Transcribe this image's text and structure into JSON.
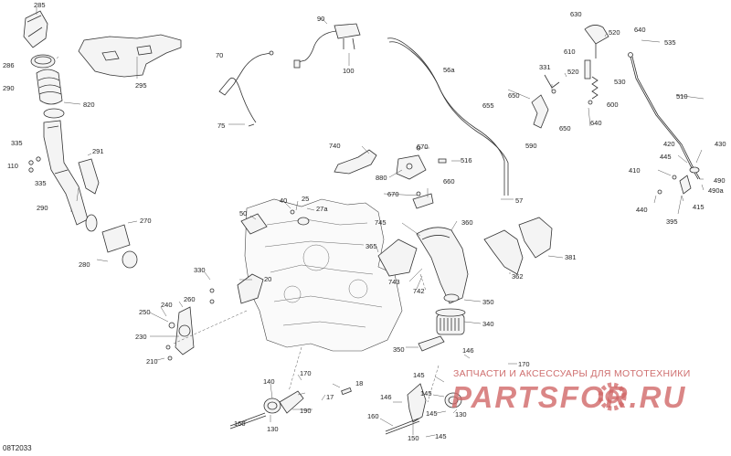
{
  "diagram": {
    "code": "08T2033",
    "callouts": [
      "285",
      "286",
      "290",
      "820",
      "295",
      "335",
      "110",
      "335",
      "291",
      "290",
      "270",
      "280",
      "70",
      "75",
      "90",
      "100",
      "56a",
      "331",
      "650",
      "655",
      "590",
      "650",
      "630",
      "520",
      "610",
      "520",
      "600",
      "640",
      "530",
      "640",
      "535",
      "510",
      "740",
      "670",
      "880",
      "516",
      "670",
      "660",
      "57",
      "40",
      "25",
      "27a",
      "50",
      "745",
      "360",
      "365",
      "743",
      "742",
      "381",
      "362",
      "350",
      "340",
      "350",
      "330",
      "20",
      "240",
      "260",
      "250",
      "230",
      "210",
      "420",
      "445",
      "430",
      "410",
      "490",
      "490a",
      "440",
      "415",
      "395",
      "146",
      "170",
      "145",
      "145",
      "146",
      "145",
      "130",
      "160",
      "150",
      "145",
      "140",
      "170",
      "190",
      "17",
      "18",
      "130",
      "160"
    ],
    "colors": {
      "line": "#333333",
      "label": "#222222",
      "watermark": "#cf6f6f"
    }
  },
  "watermark": {
    "tagline": "ЗАПЧАСТИ И АКСЕССУАРЫ ДЛЯ МОТОТЕХНИКИ",
    "brand": "PARTSFOR.RU",
    "color": "#d06565",
    "icon": "gear-icon"
  }
}
